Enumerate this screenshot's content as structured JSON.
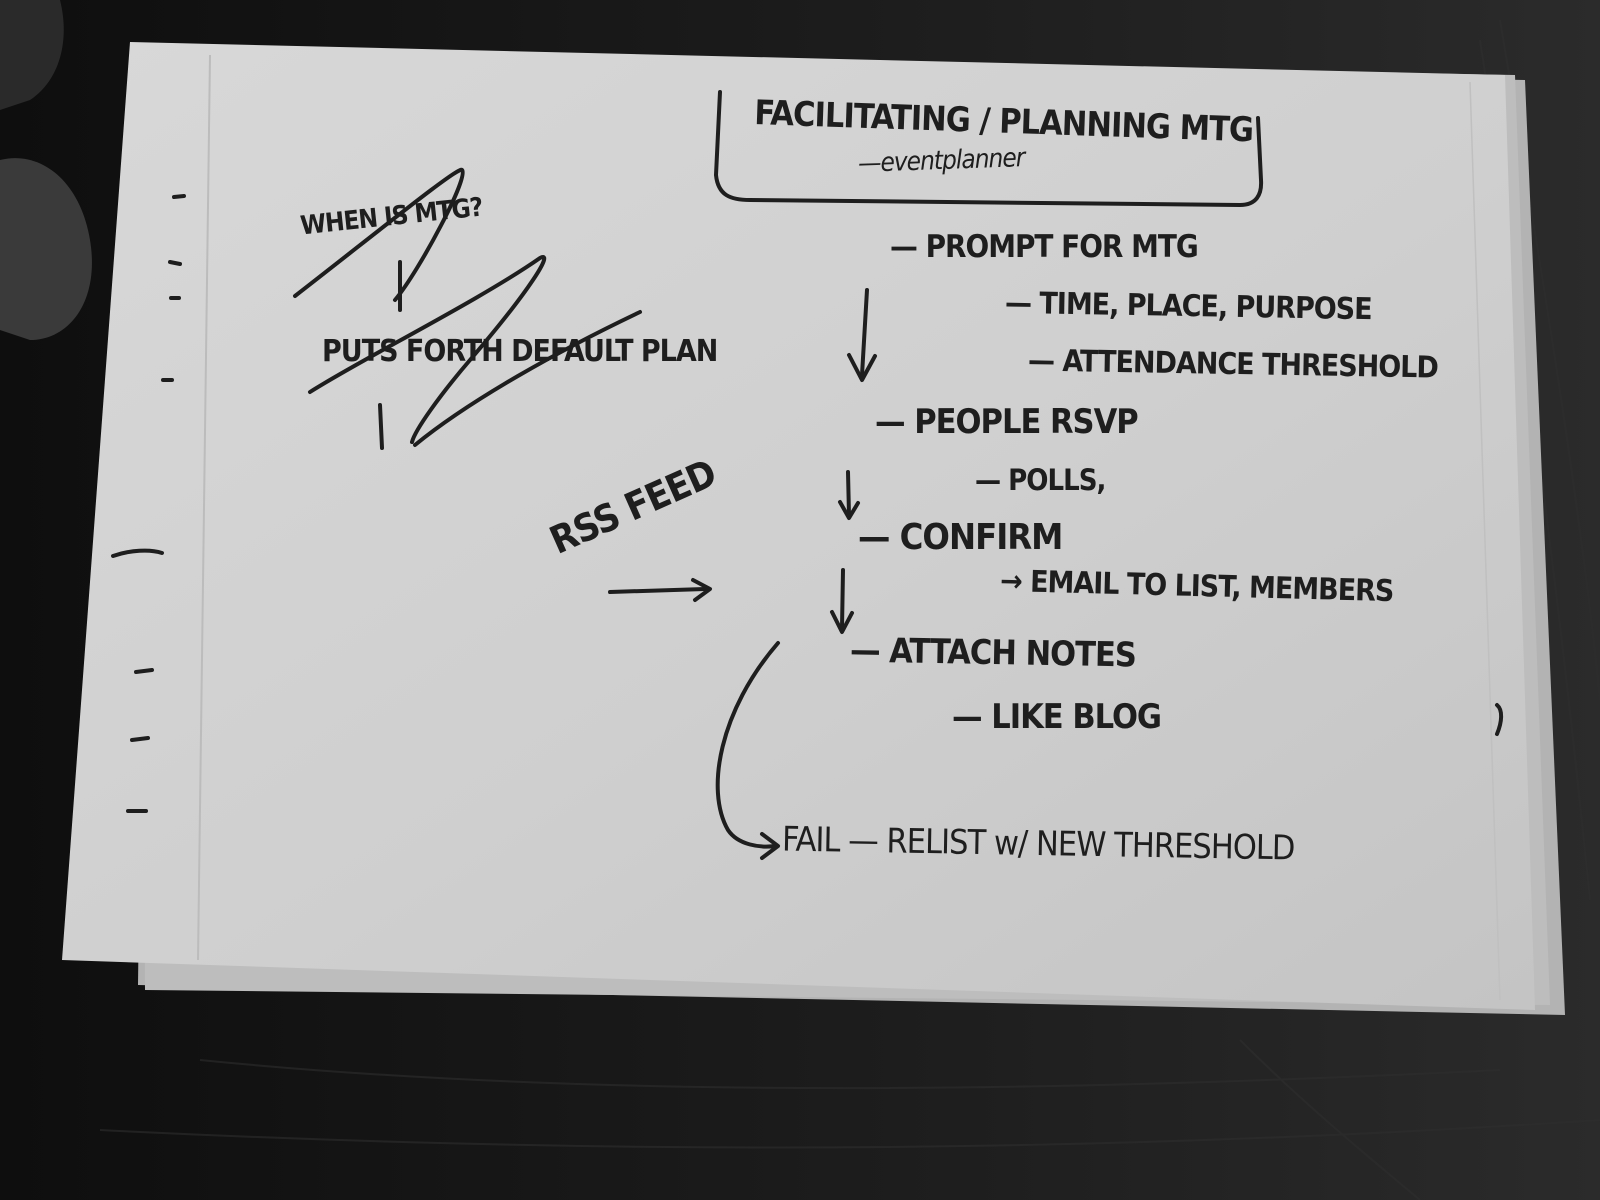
{
  "notes": {
    "title": "FACILITATING / PLANNING MTG",
    "subtitle": "—eventplanner",
    "step_prompt": "— PROMPT FOR MTG",
    "detail_time": "— TIME, PLACE, PURPOSE",
    "detail_attendance": "— ATTENDANCE THRESHOLD",
    "step_rsvp": "— PEOPLE RSVP",
    "detail_polls": "— POLLS,",
    "step_confirm": "— CONFIRM",
    "detail_email": "→ EMAIL TO LIST, MEMBERS",
    "step_attach": "— ATTACH NOTES",
    "detail_blog": "— LIKE BLOG",
    "step_fail": "FAIL — RELIST w/ NEW THRESHOLD",
    "side_rss": "RSS FEED",
    "crossed_question": "WHEN IS MTG?",
    "crossed_default": "PUTS FORTH DEFAULT PLAN"
  },
  "colors": {
    "background": "#171717",
    "paper": "#d2d2d2",
    "ink": "#1e1e1e"
  }
}
